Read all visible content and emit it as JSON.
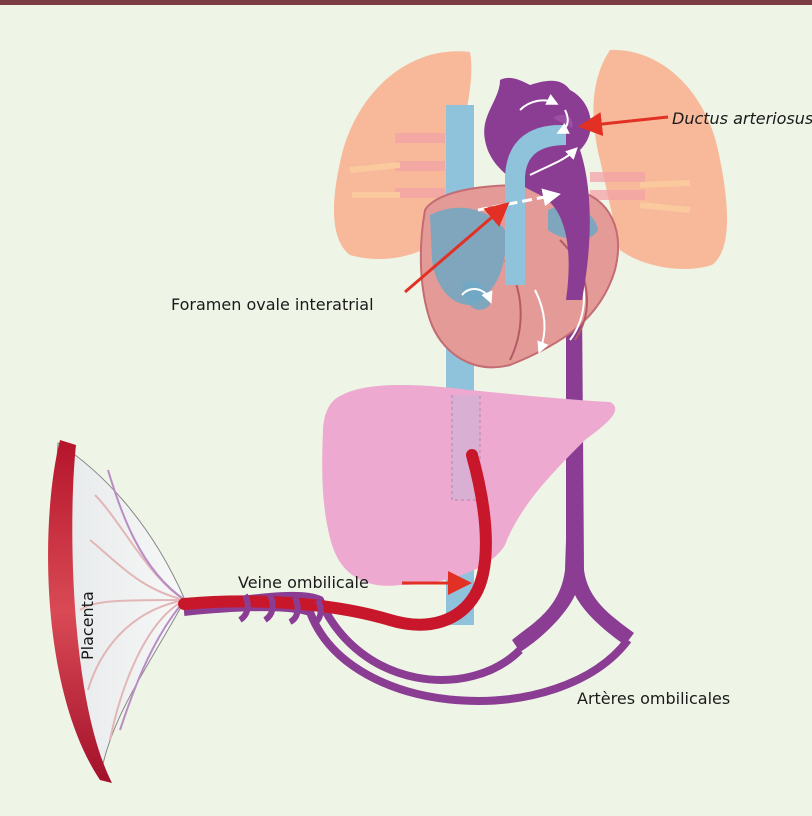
{
  "labels": {
    "ductus": "Ductus arteriosus",
    "foramen": "Foramen ovale interatrial",
    "veine": "Veine ombilicale",
    "placenta": "Placenta",
    "arteres": "Artères  ombilicales"
  },
  "colors": {
    "background": "#eef4e6",
    "top_border": "#7a3b43",
    "lung": "#f7b99a",
    "vena_cava_blue": "#8fc3dc",
    "aorta_purple": "#8a3d93",
    "umbilical_vein_red": "#c8172a",
    "liver": "#eda9cf",
    "heart": "#e49a96",
    "pointer_arrow": "#e23024"
  }
}
